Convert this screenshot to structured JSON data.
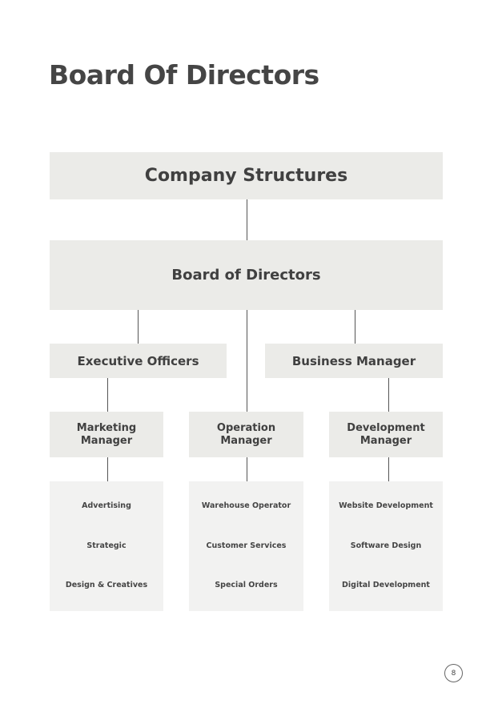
{
  "page": {
    "title": "Board Of Directors",
    "page_number": "8"
  },
  "diagram": {
    "root": "Company Structures",
    "board": "Board of Directors",
    "level2": [
      "Executive Officers",
      "Business Manager"
    ],
    "managers": [
      {
        "label": "Marketing Manager",
        "tasks": [
          "Advertising",
          "Strategic",
          "Design & Creatives"
        ]
      },
      {
        "label": "Operation Manager",
        "tasks": [
          "Warehouse Operator",
          "Customer Services",
          "Special Orders"
        ]
      },
      {
        "label": "Development Manager",
        "tasks": [
          "Website Development",
          "Software Design",
          "Digital Development"
        ]
      }
    ]
  }
}
